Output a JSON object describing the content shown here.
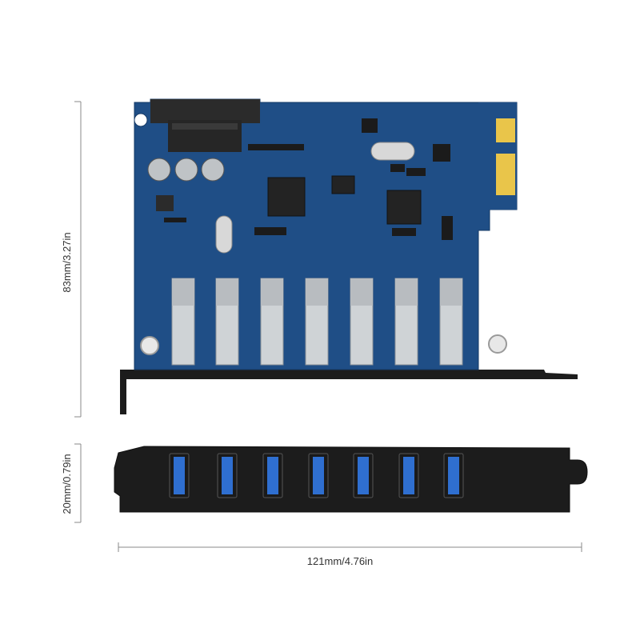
{
  "dimensions": {
    "height_board": "83mm/3.27in",
    "height_bracket": "20mm/0.79in",
    "width": "121mm/4.76in"
  },
  "ports": {
    "count": 7
  },
  "colors": {
    "pcb": "#1f4e86",
    "bracket": "#1c1c1c",
    "port_blue": "#2f6fd0",
    "port_metal": "#cfd3d6",
    "gold_finger": "#e9c54a",
    "dim_line": "#888888"
  }
}
